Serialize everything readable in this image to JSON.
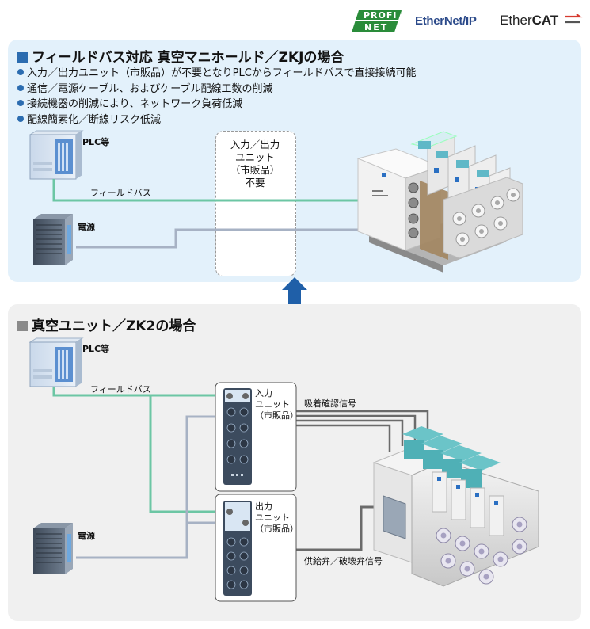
{
  "logos": {
    "profinet": [
      "PROFI",
      "NET"
    ],
    "ethernet_ip": "EtherNet/IP",
    "ethernet_ip_reg": "®",
    "ethercat_prefix": "Ether",
    "ethercat_suffix": "CAT"
  },
  "top": {
    "title": "フィールドバス対応 真空マニホールド／ZKJの場合",
    "bullets": [
      "入力／出力ユニット（市販品）が不要となりPLCからフィールドバスで直接接続可能",
      "通信／電源ケーブル、およびケーブル配線工数の削減",
      "接続機器の削減により、ネットワーク負荷低減",
      "配線簡素化／断線リスク低減"
    ],
    "plc_label": "PLC等",
    "fieldbus_label": "フィールドバス",
    "power_label": "電源",
    "io_unit_lines": [
      "入力／出力",
      "ユニット",
      "（市販品）",
      "不要"
    ]
  },
  "bottom": {
    "title": "真空ユニット／ZK2の場合",
    "plc_label": "PLC等",
    "fieldbus_label": "フィールドバス",
    "power_label": "電源",
    "input_unit_lines": [
      "入力",
      "ユニット",
      "（市販品）"
    ],
    "output_unit_lines": [
      "出力",
      "ユニット",
      "（市販品）"
    ],
    "adsorption_signal": "吸着確認信号",
    "valve_signal": "供給弁／破壊弁信号"
  },
  "colors": {
    "accent_blue": "#2b6cb0",
    "title_square_gray": "#8a8a8a",
    "fieldbus_line": "#6cc6a4",
    "power_line": "#a7b2c4",
    "arrow": "#1f5fa8",
    "panel_top": "#e3f1fb",
    "panel_bottom": "#f0f0f0"
  }
}
